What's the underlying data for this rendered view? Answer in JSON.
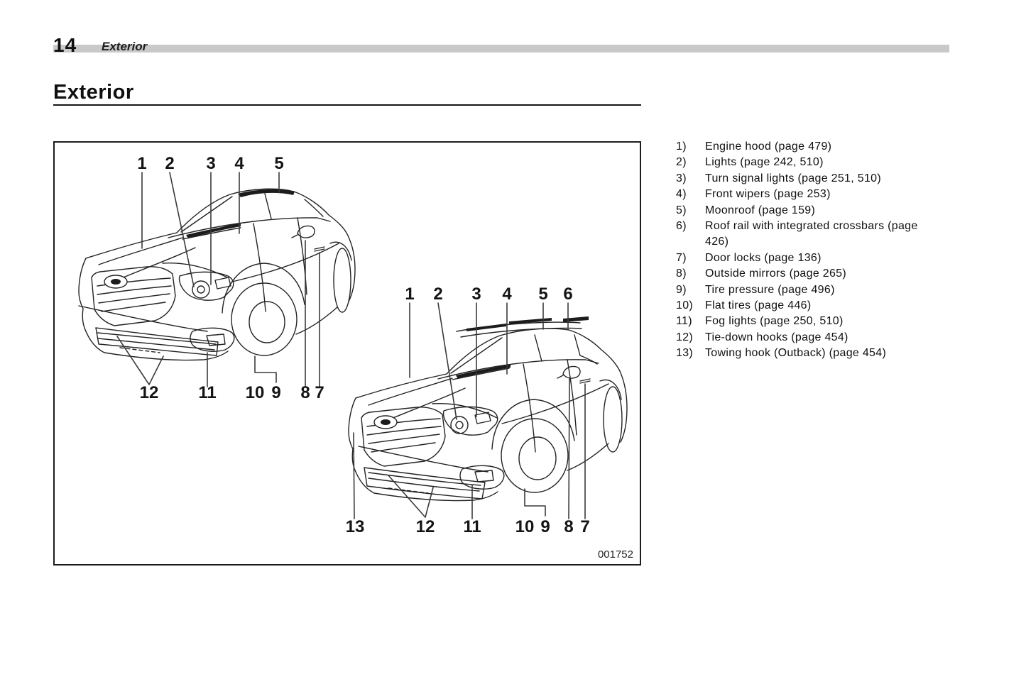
{
  "page": {
    "number": "14",
    "section": "Exterior",
    "title": "Exterior"
  },
  "figure": {
    "code": "001752",
    "sedan": {
      "top": [
        "1",
        "2",
        "3",
        "4",
        "5"
      ],
      "bottom": [
        "12",
        "11",
        "10",
        "9",
        "8",
        "7"
      ]
    },
    "wagon": {
      "top": [
        "1",
        "2",
        "3",
        "4",
        "5",
        "6"
      ],
      "bottom": [
        "13",
        "12",
        "11",
        "10",
        "9",
        "8",
        "7"
      ]
    }
  },
  "legend": {
    "items": [
      {
        "num": "1)",
        "text": "Engine hood (page 479)"
      },
      {
        "num": "2)",
        "text": "Lights (page 242, 510)"
      },
      {
        "num": "3)",
        "text": "Turn signal lights (page 251, 510)"
      },
      {
        "num": "4)",
        "text": "Front wipers (page 253)"
      },
      {
        "num": "5)",
        "text": "Moonroof (page 159)"
      },
      {
        "num": "6)",
        "text": "Roof rail with integrated crossbars (page 426)"
      },
      {
        "num": "7)",
        "text": "Door locks (page 136)"
      },
      {
        "num": "8)",
        "text": "Outside mirrors (page 265)"
      },
      {
        "num": "9)",
        "text": "Tire pressure (page 496)"
      },
      {
        "num": "10)",
        "text": "Flat tires (page 446)"
      },
      {
        "num": "11)",
        "text": "Fog lights (page 250, 510)"
      },
      {
        "num": "12)",
        "text": "Tie-down hooks (page 454)"
      },
      {
        "num": "13)",
        "text": "Towing hook (Outback) (page 454)"
      }
    ]
  }
}
